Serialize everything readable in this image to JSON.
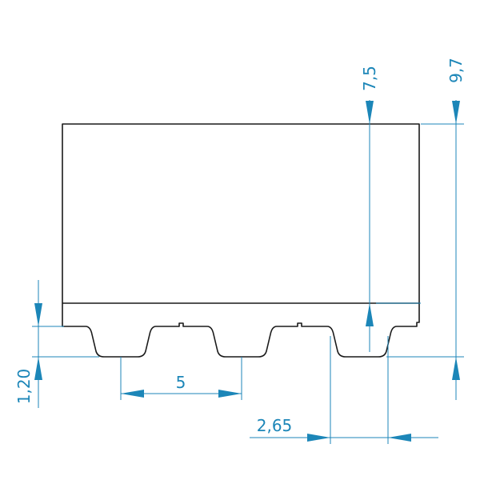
{
  "colors": {
    "outline": "#1a1a1a",
    "dimension": "#1c86b8",
    "background": "#ffffff"
  },
  "dimensions": {
    "body_height": "7,5",
    "total_height": "9,7",
    "tooth_height": "1,20",
    "pitch": "5",
    "tooth_width": "2,65"
  }
}
